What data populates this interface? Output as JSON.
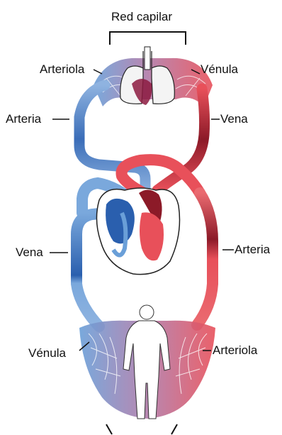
{
  "diagram": {
    "labels": {
      "top_capillary": "Red capilar",
      "arteriole_top": "Arteriola",
      "venule_top": "Vénula",
      "artery_left": "Arteria",
      "vein_right": "Vena",
      "vein_left": "Vena",
      "artery_right": "Arteria",
      "venule_bottom": "Vénula",
      "arteriole_bottom": "Arteriola"
    },
    "colors": {
      "oxygenated": "#e8505a",
      "oxygenated_dark": "#8c1a28",
      "deoxygenated": "#6a9fd8",
      "deoxygenated_dark": "#1f4f9a",
      "capillary_mix": "#b07aa8"
    },
    "icons": [
      "lungs-icon",
      "heart-icon",
      "human-body-icon"
    ]
  }
}
